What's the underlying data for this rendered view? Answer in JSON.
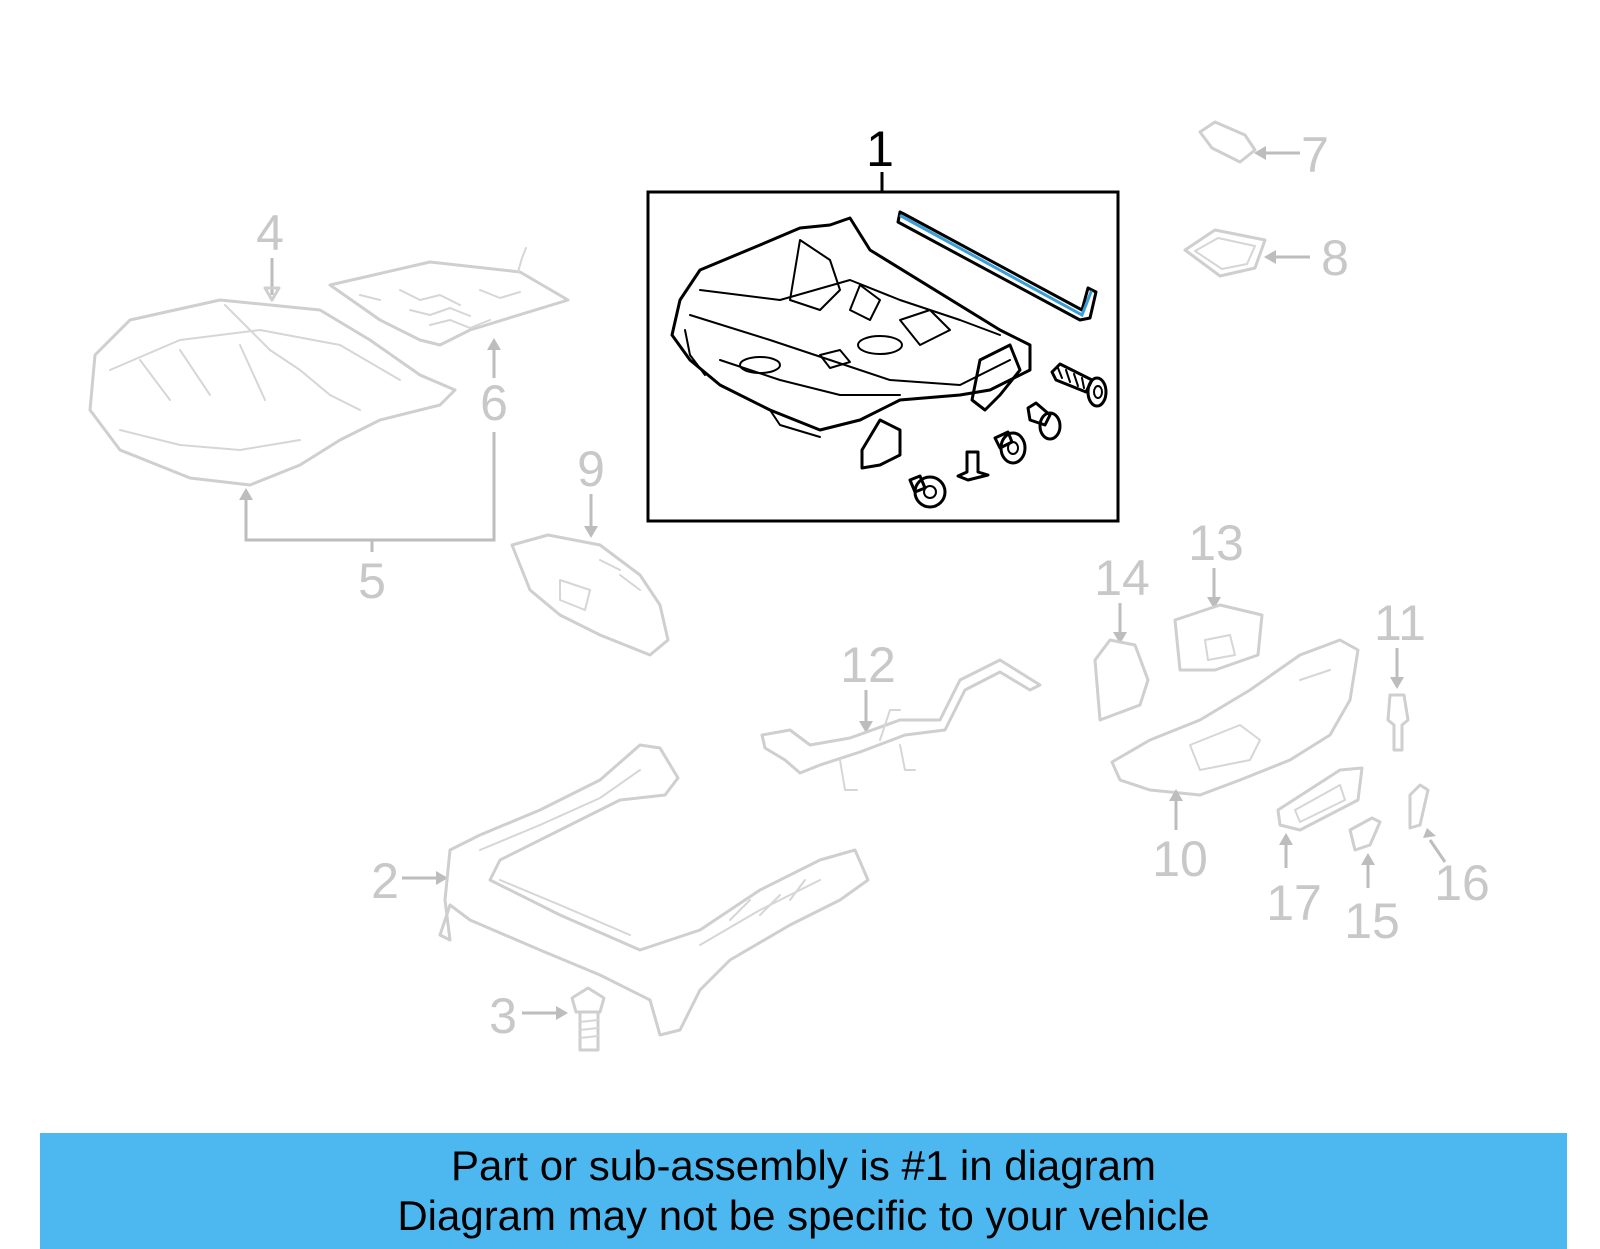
{
  "highlight_color": "#3a9fd8",
  "banner": {
    "background": "#4db8f0",
    "line1": "Part or sub-assembly is #1 in diagram",
    "line2": "Diagram may not be specific to your vehicle"
  },
  "callouts": {
    "c1": "1",
    "c2": "2",
    "c3": "3",
    "c4": "4",
    "c5": "5",
    "c6": "6",
    "c7": "7",
    "c8": "8",
    "c9": "9",
    "c10": "10",
    "c11": "11",
    "c12": "12",
    "c13": "13",
    "c14": "14",
    "c15": "15",
    "c16": "16",
    "c17": "17"
  }
}
